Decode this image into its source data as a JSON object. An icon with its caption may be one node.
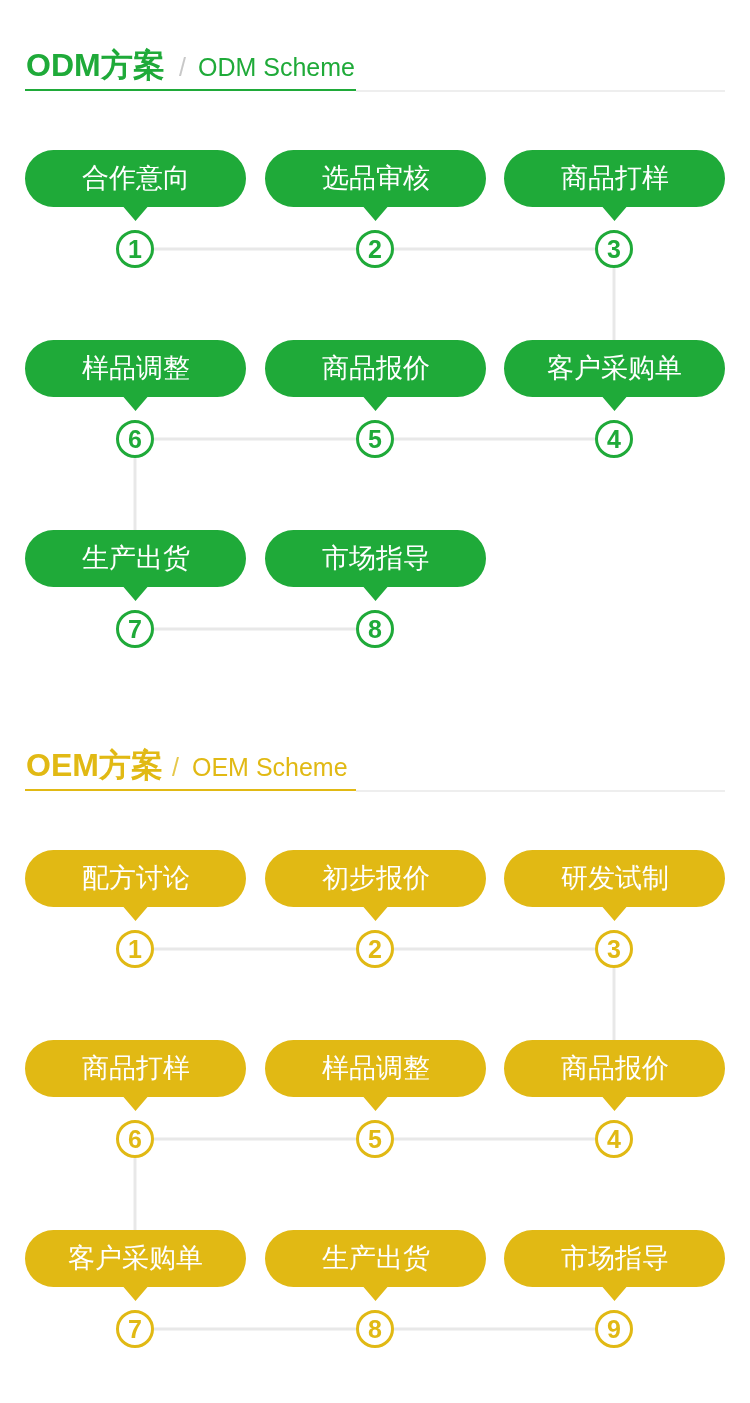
{
  "diagram": {
    "nodes": [
      {
        "text": [
          "合作意向"
        ]
      },
      {
        "text": [
          "选品审核"
        ]
      },
      {
        "text": [
          "商品打样"
        ]
      },
      {
        "text": [
          "1"
        ]
      },
      {
        "text": [
          "2"
        ]
      },
      {
        "text": [
          "3"
        ]
      },
      {
        "text": [
          "样品调整"
        ]
      },
      {
        "text": [
          "商品报价"
        ]
      },
      {
        "text": [
          "客户采购单"
        ]
      },
      {
        "text": [
          "6"
        ]
      },
      {
        "text": [
          "5"
        ]
      },
      {
        "text": [
          "4"
        ]
      },
      {
        "text": [
          "生产出货"
        ]
      },
      {
        "text": [
          "市场指导"
        ]
      },
      {
        "text": [
          "7"
        ]
      },
      {
        "text": [
          "8"
        ]
      },
      {
        "text": [
          "配方讨论"
        ]
      },
      {
        "text": [
          "初步报价"
        ]
      },
      {
        "text": [
          "研发试制"
        ]
      },
      {
        "text": [
          "1"
        ]
      },
      {
        "text": [
          "2"
        ]
      },
      {
        "text": [
          "3"
        ]
      },
      {
        "text": [
          "商品打样"
        ]
      },
      {
        "text": [
          "样品调整"
        ]
      },
      {
        "text": [
          "商品报价"
        ]
      },
      {
        "text": [
          "6"
        ]
      },
      {
        "text": [
          "5"
        ]
      },
      {
        "text": [
          "4"
        ]
      },
      {
        "text": [
          "客户采购单"
        ]
      },
      {
        "text": [
          "生产出货"
        ]
      },
      {
        "text": [
          "市场指导"
        ]
      },
      {
        "text": [
          "7"
        ]
      },
      {
        "text": [
          "8"
        ]
      },
      {
        "text": [
          "9"
        ]
      }
    ],
    "edges": [
      {
        "from": 3,
        "to": 4,
        "arrow": "none"
      },
      {
        "from": 4,
        "to": 5,
        "arrow": "none"
      },
      {
        "from": 5,
        "to": 8,
        "arrow": "none"
      },
      {
        "from": 11,
        "to": 10,
        "arrow": "none"
      },
      {
        "from": 10,
        "to": 9,
        "arrow": "none"
      },
      {
        "from": 9,
        "to": 12,
        "arrow": "none"
      },
      {
        "from": 14,
        "to": 15,
        "arrow": "none"
      },
      {
        "from": 19,
        "to": 20,
        "arrow": "none"
      },
      {
        "from": 20,
        "to": 21,
        "arrow": "none"
      },
      {
        "from": 21,
        "to": 24,
        "arrow": "none"
      },
      {
        "from": 27,
        "to": 26,
        "arrow": "none"
      },
      {
        "from": 26,
        "to": 25,
        "arrow": "none"
      },
      {
        "from": 25,
        "to": 28,
        "arrow": "none"
      },
      {
        "from": 31,
        "to": 32,
        "arrow": "none"
      },
      {
        "from": 32,
        "to": 33,
        "arrow": "none"
      }
    ],
    "labels": [
      "ODM方案",
      "/",
      "ODM Scheme",
      "OEM方案",
      "/",
      "OEM Scheme"
    ]
  }
}
